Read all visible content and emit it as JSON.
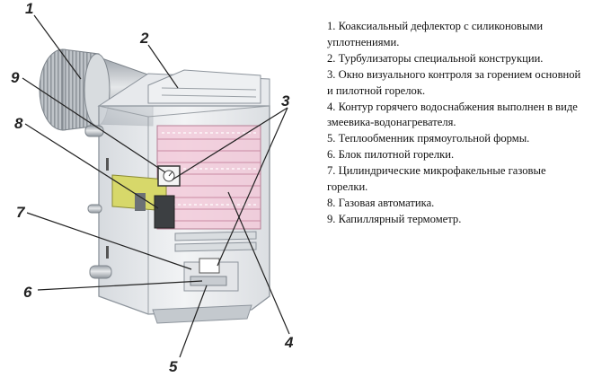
{
  "callouts": [
    "1",
    "2",
    "3",
    "4",
    "5",
    "6",
    "7",
    "8",
    "9"
  ],
  "legend": [
    "1. Коаксиальный дефлектор с силиконовыми уплотнениями.",
    "2. Турбулизаторы специальной конструкции.",
    "3. Окно визуального контроля за горением основной и пилотной горелок.",
    "4. Контур горячего водоснабжения выполнен в виде змеевика-водонагревателя.",
    "5. Теплообменник прямоугольной формы.",
    "6. Блок пилотной горелки.",
    "7. Цилиндрические микрофакельные газовые горелки.",
    "8. Газовая автоматика.",
    "9. Капиллярный термометр."
  ],
  "colors": {
    "casing": "#dfe2e6",
    "casing_edge": "#8d949c",
    "heat_exchanger": "#f2c8d8",
    "automation": "#d7d86a",
    "label_text": "#222222"
  }
}
